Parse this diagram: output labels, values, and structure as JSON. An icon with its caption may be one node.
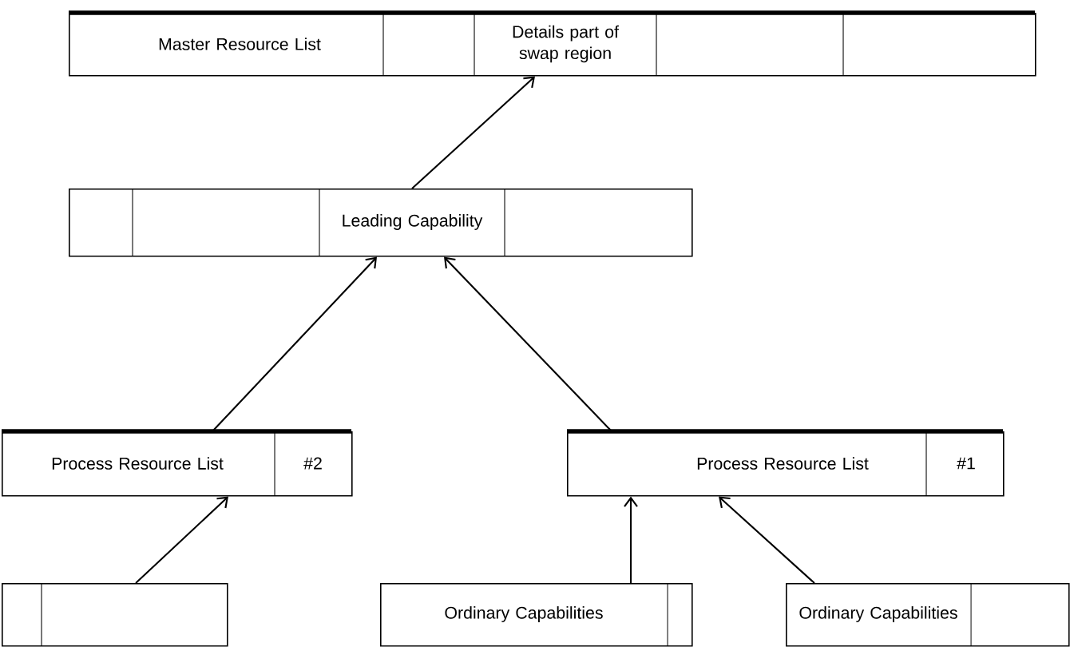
{
  "diagram": {
    "nodes": [
      {
        "text": [
          "Master Resource List",
          "Details part of swap region"
        ]
      },
      {
        "text": [
          "Leading Capability"
        ]
      },
      {
        "text": [
          "Process Resource List",
          "#2"
        ]
      },
      {
        "text": [
          "Process Resource List",
          "#1"
        ]
      },
      {
        "text": [],
        "shape": "box"
      },
      {
        "text": [
          "Ordinary Capabilities"
        ]
      },
      {
        "text": [
          "Ordinary Capabilities"
        ]
      }
    ],
    "edges": [
      {
        "from": 1,
        "to": 0,
        "arrow": "to"
      },
      {
        "from": 2,
        "to": 1,
        "arrow": "to"
      },
      {
        "from": 3,
        "to": 1,
        "arrow": "to"
      },
      {
        "from": 4,
        "to": 2,
        "arrow": "to"
      },
      {
        "from": 5,
        "to": 3,
        "arrow": "to"
      },
      {
        "from": 6,
        "to": 3,
        "arrow": "to"
      }
    ]
  }
}
